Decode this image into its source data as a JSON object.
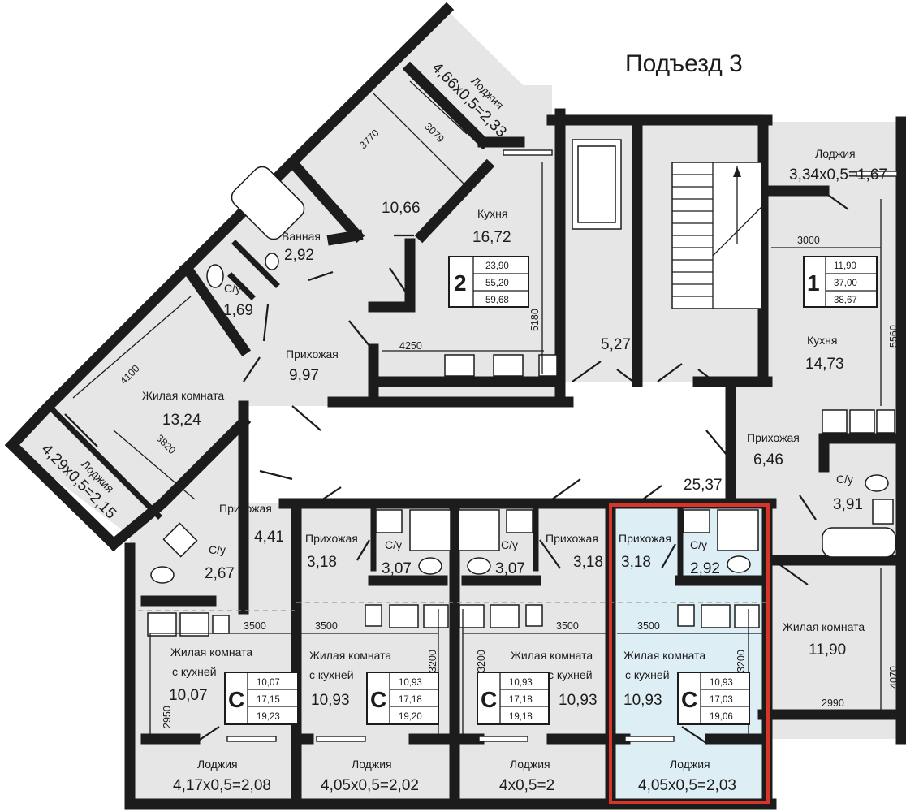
{
  "title": "Подъезд 3",
  "rooms": [
    {
      "id": "r2-loggia",
      "label": "Лоджия",
      "value": "4,66х0,5=2,33"
    },
    {
      "id": "r2-room",
      "label": "",
      "value": "10,66"
    },
    {
      "id": "r2-kitchen",
      "label": "Кухня",
      "value": "16,72"
    },
    {
      "id": "r2-bath",
      "label": "Ванная",
      "value": "2,92"
    },
    {
      "id": "r2-wc",
      "label": "С/у",
      "value": "1,69"
    },
    {
      "id": "r2-hall",
      "label": "Прихожая",
      "value": "9,97"
    },
    {
      "id": "r2-living",
      "label": "Жилая комната",
      "value": "13,24"
    },
    {
      "id": "r2-loggia2",
      "label": "Лоджия",
      "value": "4,29х0,5=2,15"
    },
    {
      "id": "corridor-top",
      "label": "",
      "value": "5,27"
    },
    {
      "id": "corridor-main",
      "label": "",
      "value": "25,37"
    },
    {
      "id": "r1-loggia",
      "label": "Лоджия",
      "value": "3,34х0,5=1,67"
    },
    {
      "id": "r1-kitchen",
      "label": "Кухня",
      "value": "14,73"
    },
    {
      "id": "r1-hall",
      "label": "Прихожая",
      "value": "6,46"
    },
    {
      "id": "r1-wc",
      "label": "С/у",
      "value": "3,91"
    },
    {
      "id": "r1-living",
      "label": "Жилая комната",
      "value": "11,90"
    },
    {
      "id": "s1-hall",
      "label": "Прихожая",
      "value": "4,41"
    },
    {
      "id": "s1-wc",
      "label": "С/у",
      "value": "2,67"
    },
    {
      "id": "s1-living",
      "label": "Жилая комната",
      "label2": "с кухней",
      "value": "10,07"
    },
    {
      "id": "s1-loggia",
      "label": "Лоджия",
      "value": "4,17х0,5=2,08"
    },
    {
      "id": "s2-hall",
      "label": "Прихожая",
      "value": "3,18"
    },
    {
      "id": "s2-wc",
      "label": "С/у",
      "value": "3,07"
    },
    {
      "id": "s2-living",
      "label": "Жилая комната",
      "label2": "с кухней",
      "value": "10,93"
    },
    {
      "id": "s2-loggia",
      "label": "Лоджия",
      "value": "4,05х0,5=2,02"
    },
    {
      "id": "s3-hall",
      "label": "Прихожая",
      "value": "3,18"
    },
    {
      "id": "s3-wc",
      "label": "С/у",
      "value": "3,07"
    },
    {
      "id": "s3-living",
      "label": "Жилая комната",
      "label2": "с кухней",
      "value": "10,93"
    },
    {
      "id": "s3-loggia",
      "label": "Лоджия",
      "value": "4х0,5=2"
    },
    {
      "id": "s4-hall",
      "label": "Прихожая",
      "value": "3,18"
    },
    {
      "id": "s4-wc",
      "label": "С/у",
      "value": "2,92"
    },
    {
      "id": "s4-living",
      "label": "Жилая комната",
      "label2": "с кухней",
      "value": "10,93"
    },
    {
      "id": "s4-loggia",
      "label": "Лоджия",
      "value": "4,05х0,5=2,03"
    }
  ],
  "dimensions": {
    "d3770": "3770",
    "d3079": "3079",
    "d5180": "5180",
    "d4250": "4250",
    "d4100": "4100",
    "d3820": "3820",
    "d3000": "3000",
    "d5560": "5560",
    "d4070": "4070",
    "d2990": "2990",
    "s1w": "3500",
    "s1h": "2950",
    "s2w": "3500",
    "s2h": "3200",
    "s3w": "3500",
    "s3h": "3200",
    "s4w": "3500",
    "s4h": "3200"
  },
  "apartments": [
    {
      "id": "apt-2room",
      "rooms": "2",
      "living": "23,90",
      "total": "55,20",
      "with_loggia": "59,68"
    },
    {
      "id": "apt-1room",
      "rooms": "1",
      "living": "11,90",
      "total": "37,00",
      "with_loggia": "38,67"
    },
    {
      "id": "apt-studio-1",
      "rooms": "С",
      "living": "10,07",
      "total": "17,15",
      "with_loggia": "19,23"
    },
    {
      "id": "apt-studio-2",
      "rooms": "С",
      "living": "10,93",
      "total": "17,18",
      "with_loggia": "19,20"
    },
    {
      "id": "apt-studio-3",
      "rooms": "С",
      "living": "10,93",
      "total": "17,18",
      "with_loggia": "19,18"
    },
    {
      "id": "apt-studio-4",
      "rooms": "С",
      "living": "10,93",
      "total": "17,03",
      "with_loggia": "19,06"
    }
  ],
  "highlight": {
    "apartment": "apt-studio-4",
    "border_color": "#d8352a",
    "fill_color": "#ddeef5"
  }
}
